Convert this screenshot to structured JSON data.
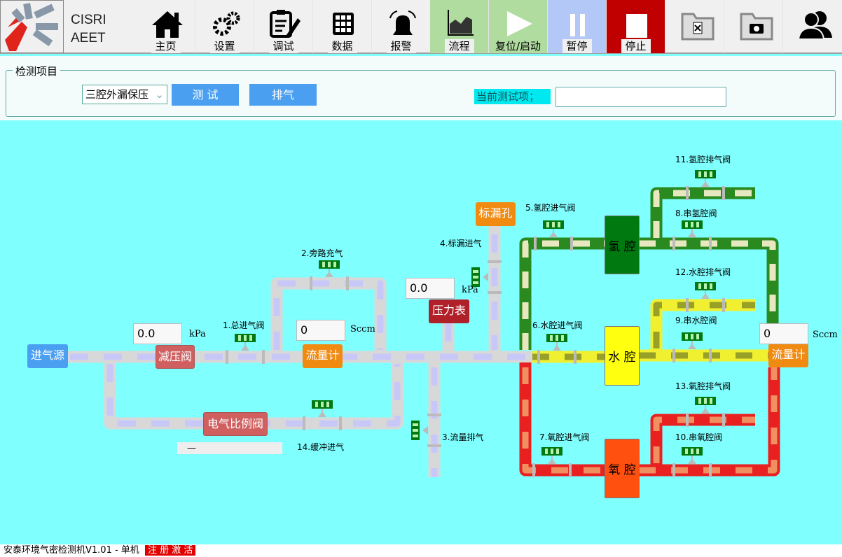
{
  "brand": {
    "line1": "CISRI",
    "line2": "AEET"
  },
  "toolbar": [
    {
      "label": "主页",
      "icon": "home-icon"
    },
    {
      "label": "设置",
      "icon": "gears-icon"
    },
    {
      "label": "调试",
      "icon": "clipboard-edit-icon"
    },
    {
      "label": "数据",
      "icon": "grid-icon"
    },
    {
      "label": "报警",
      "icon": "alarm-bell-icon"
    },
    {
      "label": "流程",
      "icon": "area-chart-icon"
    },
    {
      "label": "复位/启动",
      "icon": "play-icon"
    },
    {
      "label": "暂停",
      "icon": "pause-icon"
    },
    {
      "label": "停止",
      "icon": "stop-icon"
    },
    {
      "label": "",
      "icon": "excel-folder-icon"
    },
    {
      "label": "",
      "icon": "camera-folder-icon"
    },
    {
      "label": "",
      "icon": "users-icon"
    }
  ],
  "colors": {
    "play": "#b0dca0",
    "pause": "#b4c8f8",
    "stop": "#c00000",
    "accent": "#4a9ff0",
    "canvas": "#80ffff"
  },
  "panel": {
    "legend": "检测项目",
    "test_item": "三腔外漏保压",
    "test_button": "测 试",
    "vent_button": "排气",
    "current_label": "当前测试项；",
    "current_value": ""
  },
  "diagram": {
    "source": "进气源",
    "reducer": "减压阀",
    "flowmeter": "流量计",
    "proportional": "电气比例阀",
    "pressure_gauge": "压力表",
    "leak_hole": "标漏孔",
    "flowmeter2": "流量计",
    "h_chamber": "氢 腔",
    "w_chamber": "水 腔",
    "o_chamber": "氧 腔",
    "reducer_pressure": "0.0",
    "reducer_unit": "kPa",
    "flow_value": "0",
    "flow_unit": "Sccm",
    "gauge_pressure": "0.0",
    "gauge_unit": "kPa",
    "flow2_value": "0",
    "flow2_unit": "Sccm",
    "proportional_value": "—",
    "valves": {
      "v1": "1.总进气阀",
      "v2": "2.旁路充气",
      "v3": "3.流量排气",
      "v4": "4.标漏进气",
      "v5": "5.氢腔进气阀",
      "v6": "6.水腔进气阀",
      "v7": "7.氧腔进气阀",
      "v8": "8.串氢腔阀",
      "v9": "9.串水腔阀",
      "v10": "10.串氧腔阀",
      "v11": "11.氢腔排气阀",
      "v12": "12.水腔排气阀",
      "v13": "13.氧腔排气阀",
      "v14": "14.缓冲进气"
    }
  },
  "status": {
    "text": "安泰环境气密检测机V1.01 - 单机",
    "register": "注 册 激 活"
  }
}
